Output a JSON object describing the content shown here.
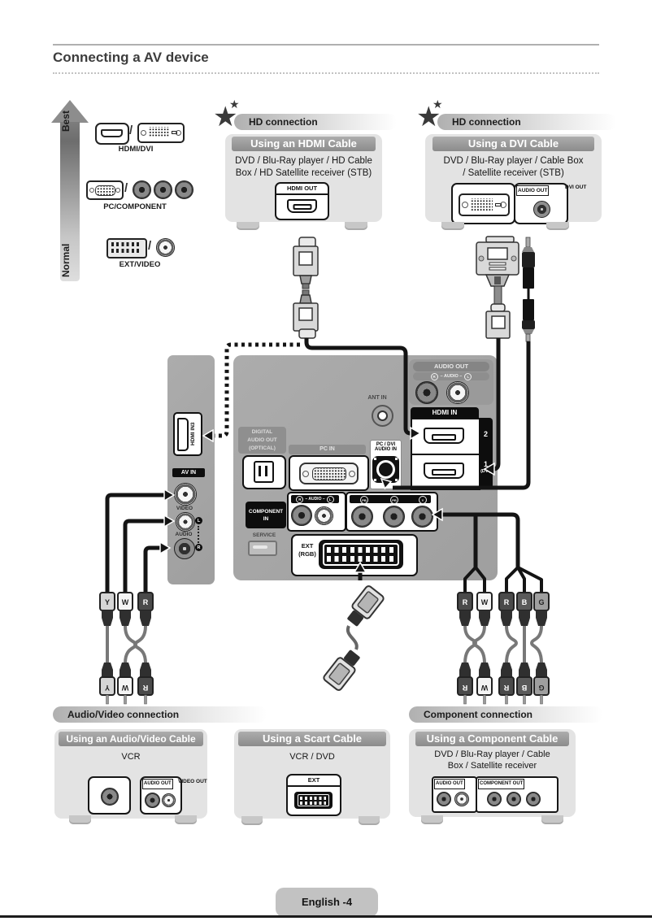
{
  "header": {
    "title": "Connecting a AV device"
  },
  "footer": {
    "label": "English -4"
  },
  "scale": {
    "best": "Best",
    "normal": "Normal",
    "slash": "/",
    "items": [
      {
        "label": "HDMI/DVI"
      },
      {
        "label": "PC/COMPONENT"
      },
      {
        "label": "EXT/VIDEO"
      }
    ]
  },
  "badges": {
    "left": "HD connection",
    "right": "HD connection",
    "star": "★"
  },
  "hdmi_box": {
    "title": "Using an HDMI Cable",
    "line1": "DVD / Blu-Ray player / HD Cable",
    "line2": "Box / HD Satellite receiver (STB)",
    "port": "HDMI OUT"
  },
  "dvi_box": {
    "title": "Using a DVI Cable",
    "line1": "DVD / Blu-Ray player / Cable Box",
    "line2": "/ Satellite receiver (STB)",
    "audio_out": "AUDIO OUT",
    "dvi_out": "DVI OUT"
  },
  "side_panel": {
    "hdmi": "HDMI IN3",
    "av_in": "AV IN",
    "video": "VIDEO",
    "audio": "AUDIO",
    "l": "L",
    "r": "R"
  },
  "back_panel": {
    "audio_out": {
      "title": "AUDIO OUT",
      "mid": "– AUDIO –",
      "r": "R",
      "l": "L"
    },
    "ant_in": "ANT IN",
    "hdmi_in": {
      "title": "HDMI IN",
      "p2": "2",
      "p1": "1",
      "p1_sub": "(DVI)"
    },
    "pc_dvi": {
      "line1": "PC / DVI",
      "line2": "AUDIO IN"
    },
    "optical": {
      "line1": "DIGITAL",
      "line2": "AUDIO OUT",
      "line3": "(OPTICAL)"
    },
    "pc_in": "PC IN",
    "component": {
      "line1": "COMPONENT",
      "line2": "IN",
      "mid": "– AUDIO –",
      "r": "R",
      "l": "L",
      "pb": "PB",
      "pr": "PR",
      "y": "Y"
    },
    "service": "SERVICE",
    "ext": {
      "line1": "EXT",
      "line2": "(RGB)"
    }
  },
  "av_section": {
    "header": "Audio/Video connection",
    "title": "Using an Audio/Video Cable",
    "device": "VCR",
    "audio_out": "AUDIO OUT",
    "video_out": "VIDEO OUT"
  },
  "scart_section": {
    "title": "Using a Scart Cable",
    "device": "VCR / DVD",
    "port": "EXT"
  },
  "component_section": {
    "header": "Component connection",
    "title": "Using a Component Cable",
    "line1": "DVD / Blu-Ray player / Cable",
    "line2": "Box / Satellite receiver",
    "audio_out": "AUDIO OUT",
    "component_out": "COMPONENT OUT"
  },
  "cables": {
    "composite": [
      "Y",
      "W",
      "R"
    ],
    "audio_pair": [
      "R",
      "W"
    ],
    "component": [
      "R",
      "B",
      "G"
    ]
  },
  "colors": {
    "panel": "#a6a6a6",
    "box_bg": "#e3e3e3",
    "title_bar": "#969696",
    "black": "#0d0d0d",
    "line": "#141414",
    "foot": "#c7c7c7"
  }
}
